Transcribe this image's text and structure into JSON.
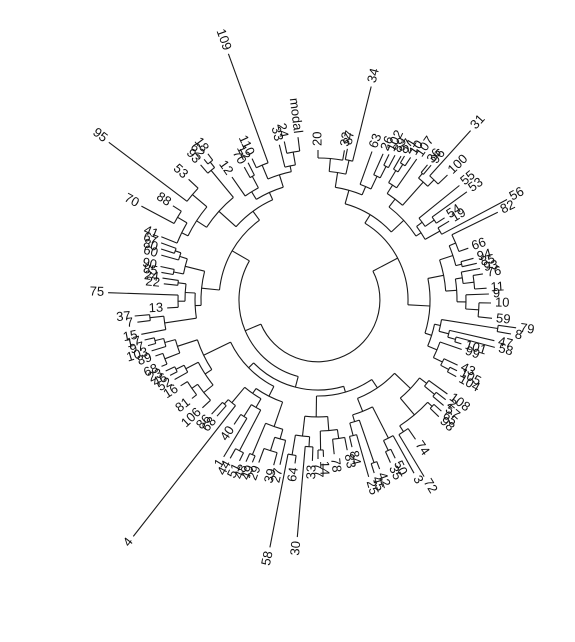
{
  "labels": [
    {
      "text": "20",
      "angle": 0
    },
    {
      "text": "32",
      "angle": 10
    },
    {
      "text": "87",
      "angle": 11
    },
    {
      "text": "34",
      "angle": 14
    },
    {
      "text": "63",
      "angle": 20
    },
    {
      "text": "26",
      "angle": 24
    },
    {
      "text": "102",
      "angle": 26
    },
    {
      "text": "89",
      "angle": 28
    },
    {
      "text": "87",
      "angle": 30
    },
    {
      "text": "21",
      "angle": 31
    },
    {
      "text": "10",
      "angle": 33
    },
    {
      "text": "107",
      "angle": 35
    },
    {
      "text": "36",
      "angle": 39
    },
    {
      "text": "96",
      "angle": 40
    },
    {
      "text": "31",
      "angle": 42
    },
    {
      "text": "100",
      "angle": 46
    },
    {
      "text": "55",
      "angle": 51
    },
    {
      "text": "53",
      "angle": 54
    },
    {
      "text": "54",
      "angle": 57
    },
    {
      "text": "19",
      "angle": 59
    },
    {
      "text": "56",
      "angle": 62
    },
    {
      "text": "82",
      "angle": 64
    },
    {
      "text": "66",
      "angle": 71
    },
    {
      "text": "94",
      "angle": 75
    },
    {
      "text": "85",
      "angle": 77
    },
    {
      "text": "93",
      "angle": 79
    },
    {
      "text": "76",
      "angle": 81
    },
    {
      "text": "11",
      "angle": 86
    },
    {
      "text": "9",
      "angle": 88
    },
    {
      "text": "10",
      "angle": 91
    },
    {
      "text": "59",
      "angle": 96
    },
    {
      "text": "79",
      "angle": 98
    },
    {
      "text": "8",
      "angle": 100
    },
    {
      "text": "47",
      "angle": 103
    },
    {
      "text": "58",
      "angle": 105
    },
    {
      "text": "101",
      "angle": 107
    },
    {
      "text": "99",
      "angle": 109
    },
    {
      "text": "43",
      "angle": 115
    },
    {
      "text": "105",
      "angle": 117
    },
    {
      "text": "104",
      "angle": 119
    },
    {
      "text": "108",
      "angle": 126
    },
    {
      "text": "2",
      "angle": 128
    },
    {
      "text": "57",
      "angle": 130
    },
    {
      "text": "65",
      "angle": 132
    },
    {
      "text": "98",
      "angle": 134
    },
    {
      "text": "74",
      "angle": 145
    },
    {
      "text": "72",
      "angle": 149
    },
    {
      "text": "3",
      "angle": 151
    },
    {
      "text": "50",
      "angle": 154
    },
    {
      "text": "35",
      "angle": 156
    },
    {
      "text": "42",
      "angle": 160
    },
    {
      "text": "45",
      "angle": 162
    },
    {
      "text": "25",
      "angle": 164
    },
    {
      "text": "84",
      "angle": 167
    },
    {
      "text": "83",
      "angle": 169
    },
    {
      "text": "78",
      "angle": 174
    },
    {
      "text": "14",
      "angle": 178
    },
    {
      "text": "77",
      "angle": 180
    },
    {
      "text": "33",
      "angle": 182
    },
    {
      "text": "30",
      "angle": 185
    },
    {
      "text": "64",
      "angle": 188
    },
    {
      "text": "58",
      "angle": 191
    },
    {
      "text": "27",
      "angle": 193
    },
    {
      "text": "39",
      "angle": 195
    },
    {
      "text": "29",
      "angle": 200
    },
    {
      "text": "49",
      "angle": 202
    },
    {
      "text": "48",
      "angle": 204
    },
    {
      "text": "51",
      "angle": 206
    },
    {
      "text": "44",
      "angle": 209
    },
    {
      "text": "1",
      "angle": 211
    },
    {
      "text": "40",
      "angle": 214
    },
    {
      "text": "4",
      "angle": 218
    },
    {
      "text": "68",
      "angle": 221
    },
    {
      "text": "86",
      "angle": 223
    },
    {
      "text": "106",
      "angle": 227
    },
    {
      "text": "81",
      "angle": 232
    },
    {
      "text": "16",
      "angle": 238
    },
    {
      "text": "52",
      "angle": 241
    },
    {
      "text": "46",
      "angle": 243
    },
    {
      "text": "23",
      "angle": 245
    },
    {
      "text": "68",
      "angle": 247
    },
    {
      "text": "89",
      "angle": 251
    },
    {
      "text": "103",
      "angle": 253
    },
    {
      "text": "97",
      "angle": 255
    },
    {
      "text": "17",
      "angle": 257
    },
    {
      "text": "15",
      "angle": 259
    },
    {
      "text": "7",
      "angle": 263
    },
    {
      "text": "37",
      "angle": 265
    },
    {
      "text": "13",
      "angle": 267
    },
    {
      "text": "75",
      "angle": 272
    },
    {
      "text": "22",
      "angle": 276
    },
    {
      "text": "24",
      "angle": 278
    },
    {
      "text": "85",
      "angle": 280
    },
    {
      "text": "90",
      "angle": 282
    },
    {
      "text": "60",
      "angle": 286
    },
    {
      "text": "80",
      "angle": 288
    },
    {
      "text": "67",
      "angle": 290
    },
    {
      "text": "41",
      "angle": 292
    },
    {
      "text": "70",
      "angle": 298
    },
    {
      "text": "88",
      "angle": 303
    },
    {
      "text": "95",
      "angle": 307
    },
    {
      "text": "53",
      "angle": 313
    },
    {
      "text": "93",
      "angle": 319
    },
    {
      "text": "62",
      "angle": 321
    },
    {
      "text": "18",
      "angle": 323
    },
    {
      "text": "12",
      "angle": 325
    },
    {
      "text": "70",
      "angle": 331
    },
    {
      "text": "12",
      "angle": 333
    },
    {
      "text": "110",
      "angle": 335
    },
    {
      "text": "109",
      "angle": 340
    },
    {
      "text": "33",
      "angle": 346
    },
    {
      "text": "24",
      "angle": 348
    },
    {
      "text": "modal",
      "angle": 353
    }
  ]
}
